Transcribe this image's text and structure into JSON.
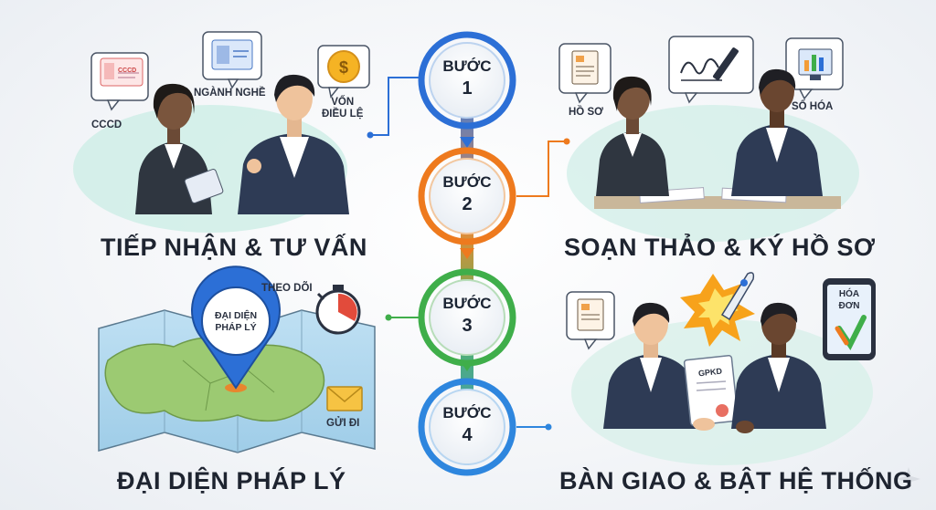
{
  "steps": [
    {
      "label": "BƯỚC",
      "number": "1",
      "title": "TIẾP NHẬN & TƯ VẤN",
      "color": "#2c6fd6"
    },
    {
      "label": "BƯỚC",
      "number": "2",
      "title": "SOẠN THẢO & KÝ HỒ SƠ",
      "color": "#ee7a1e"
    },
    {
      "label": "BƯỚC",
      "number": "3",
      "title": "ĐẠI DIỆN PHÁP LÝ",
      "color": "#3fae4a"
    },
    {
      "label": "BƯỚC",
      "number": "4",
      "title": "BÀN GIAO & BẬT HỆ THỐNG",
      "color": "#2e86de"
    }
  ],
  "step1_items": {
    "cccd_card": "CCCD",
    "cccd": "CCCD",
    "nganh_nghe": "NGÀNH NGHỀ",
    "von_dieu_le": "VỐN\nĐIỀU LỆ"
  },
  "step2_items": {
    "ho_so": "HỒ SƠ",
    "so_hoa": "SỐ HÓA"
  },
  "step3_items": {
    "pin": "ĐẠI DIỆN\nPHÁP LÝ",
    "theo_doi": "THEO DÕI",
    "gui_di": "GỬI ĐI"
  },
  "step4_items": {
    "hoa_don": "HÓA\nĐƠN",
    "gpkd": "GPKD"
  }
}
